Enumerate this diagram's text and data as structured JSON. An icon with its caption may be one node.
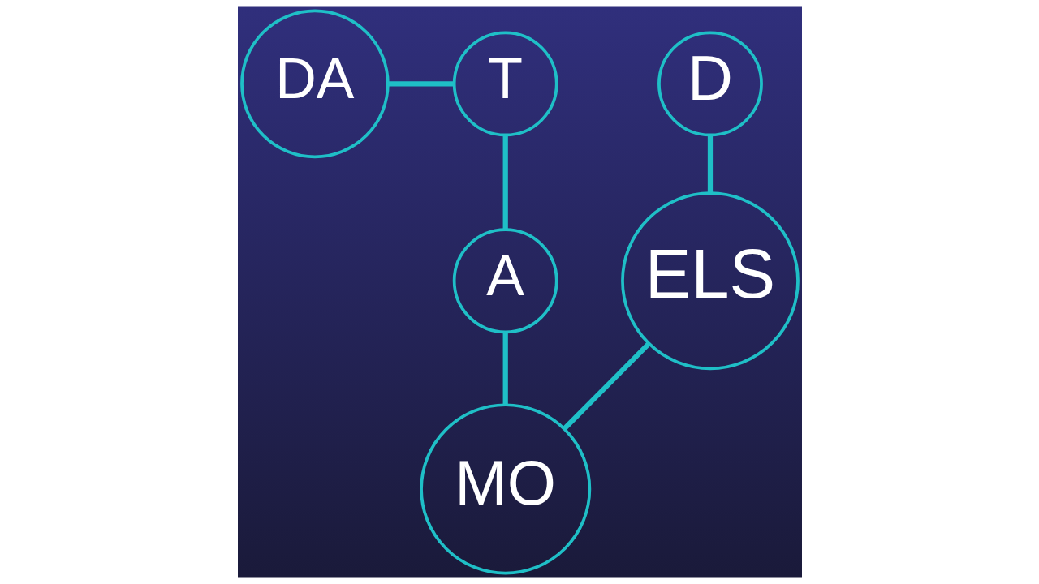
{
  "diagram": {
    "nodes": [
      {
        "text": [
          "DA"
        ]
      },
      {
        "text": [
          "T"
        ]
      },
      {
        "text": [
          "A"
        ]
      },
      {
        "text": [
          "MO"
        ]
      },
      {
        "text": [
          "D"
        ]
      },
      {
        "text": [
          "ELS"
        ]
      }
    ],
    "edges": [
      {
        "from": 0,
        "to": 1,
        "arrow": "none"
      },
      {
        "from": 1,
        "to": 2,
        "arrow": "none"
      },
      {
        "from": 2,
        "to": 3,
        "arrow": "none"
      },
      {
        "from": 3,
        "to": 5,
        "arrow": "none"
      },
      {
        "from": 4,
        "to": 5,
        "arrow": "none"
      }
    ]
  }
}
